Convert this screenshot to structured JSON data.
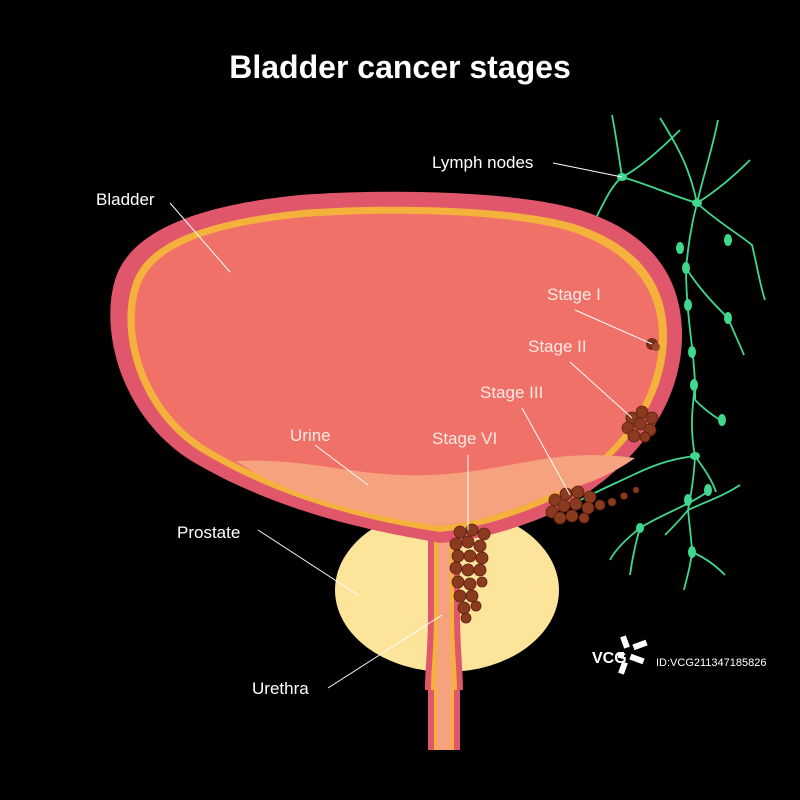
{
  "title": "Bladder cancer stages",
  "labels": {
    "lymph_nodes": "Lymph nodes",
    "bladder": "Bladder",
    "stage_1": "Stage I",
    "stage_2": "Stage II",
    "stage_3": "Stage III",
    "stage_6": "Stage VI",
    "urine": "Urine",
    "prostate": "Prostate",
    "urethra": "Urethra"
  },
  "watermark": {
    "brand": "VCG",
    "id_text": "ID:VCG211347185826"
  },
  "colors": {
    "background": "#000000",
    "bladder_wall": "#e0566a",
    "bladder_lining": "#f4b13c",
    "bladder_inner": "#ef7168",
    "urine": "#f7a27e",
    "prostate": "#fce59a",
    "tumor": "#8a3b1f",
    "lymph": "#3fd88e"
  }
}
